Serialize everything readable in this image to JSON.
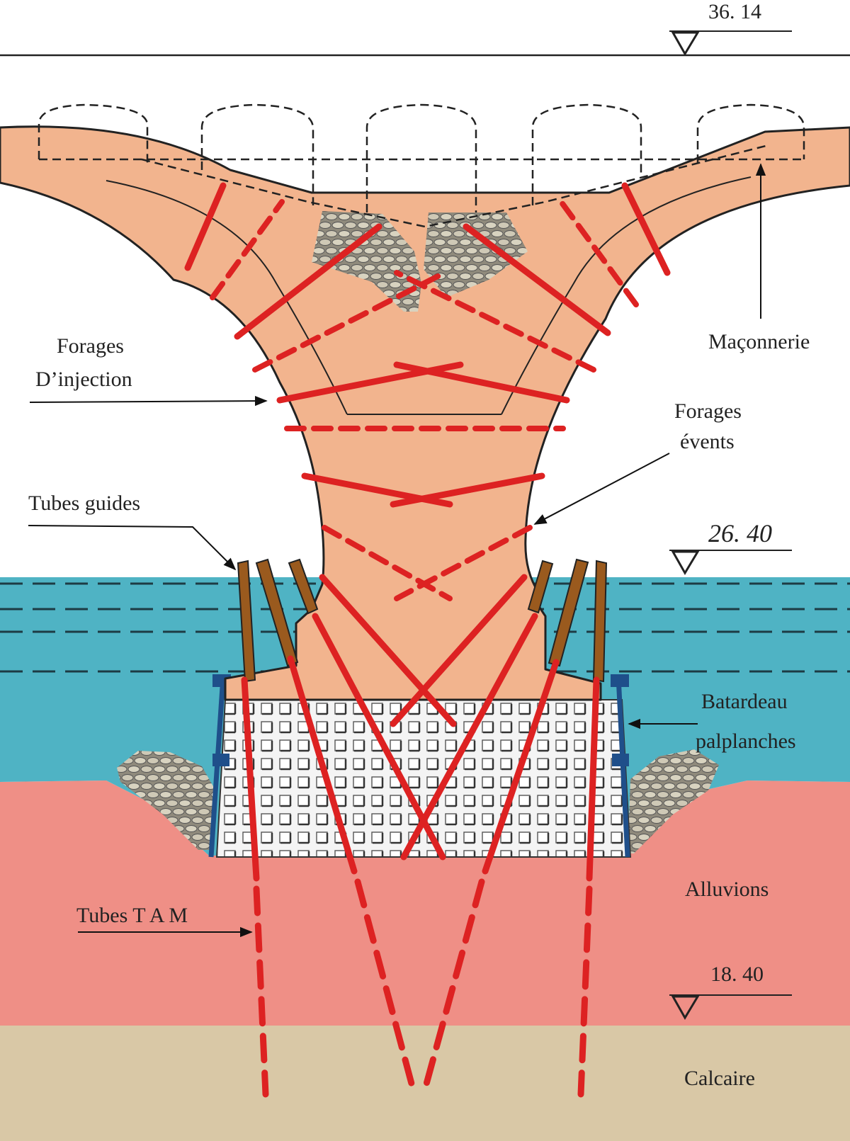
{
  "elevations": {
    "top": "36. 14",
    "water": "26. 40",
    "bedrock": "18. 40"
  },
  "labels": {
    "forages_injection_line1": "Forages",
    "forages_injection_line2": "D’injection",
    "maconnerie": "Maçonnerie",
    "forages_events_line1": "Forages",
    "forages_events_line2": "évents",
    "tubes_guides": "Tubes guides",
    "batardeau_line1": "Batardeau",
    "batardeau_line2": "palplanches",
    "alluvions": "Alluvions",
    "tubes_tam": "Tubes T A M",
    "calcaire": "Calcaire"
  },
  "colors": {
    "masonry": "#f2b48e",
    "water": "#4fb3c4",
    "alluvions": "#ef8f86",
    "calcaire": "#d9c8a6",
    "drill": "#dd2222",
    "guide_tube": "#9a5a1e",
    "sheet_pile": "#1f4f8a"
  }
}
